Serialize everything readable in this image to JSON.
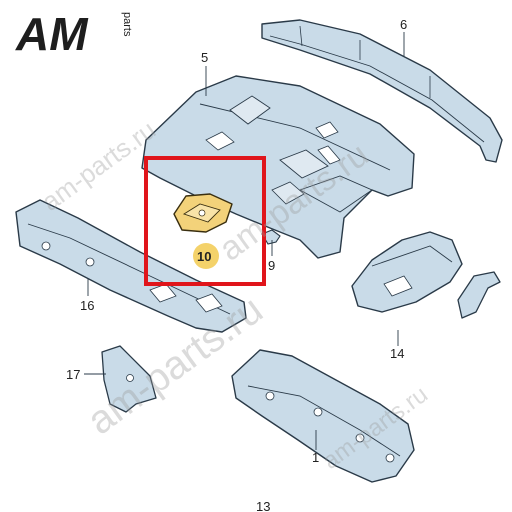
{
  "logo": {
    "text": "AM",
    "sub": "parts"
  },
  "watermarks": [
    "am-parts.ru",
    "am-parts.ru",
    "am-parts.ru",
    "am-parts.ru"
  ],
  "callouts": {
    "p1": "1",
    "p5": "5",
    "p6": "6",
    "p9": "9",
    "p10": "10",
    "p13": "13",
    "p14": "14",
    "p16": "16",
    "p17": "17"
  },
  "colors": {
    "part_fill": "#c9dbe8",
    "part_stroke": "#2a3a48",
    "highlight_part": "#f3d27a",
    "badge": "#f4d26a",
    "frame": "#e0151b"
  }
}
